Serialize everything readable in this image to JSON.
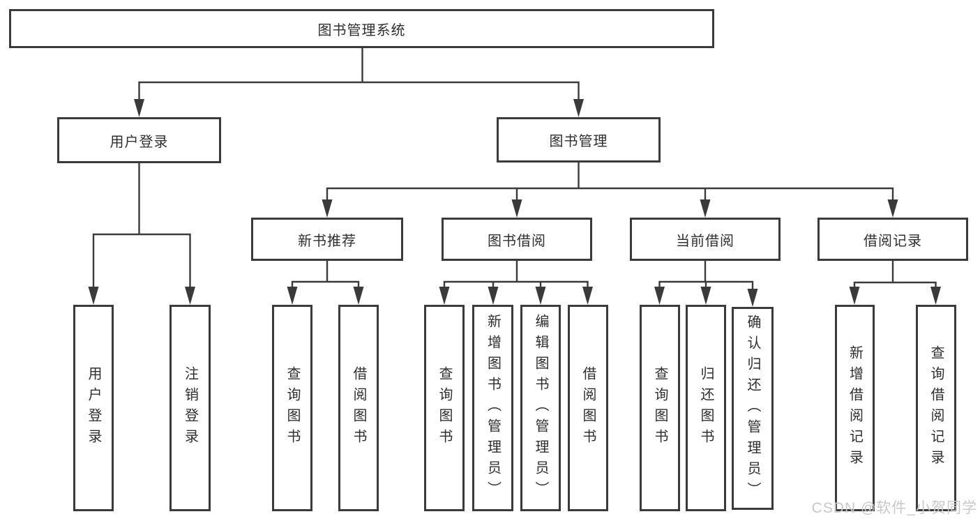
{
  "tree": {
    "root": {
      "label": "图书管理系统"
    },
    "branches": [
      {
        "label": "用户登录",
        "children": [
          {
            "label": "用户登录"
          },
          {
            "label": "注销登录"
          }
        ]
      },
      {
        "label": "图书管理",
        "children": [
          {
            "label": "新书推荐",
            "children": [
              {
                "label": "查询图书"
              },
              {
                "label": "借阅图书"
              }
            ]
          },
          {
            "label": "图书借阅",
            "children": [
              {
                "label": "查询图书"
              },
              {
                "label": "新增图书（管理员）"
              },
              {
                "label": "编辑图书（管理员）"
              },
              {
                "label": "借阅图书"
              }
            ]
          },
          {
            "label": "当前借阅",
            "children": [
              {
                "label": "查询图书"
              },
              {
                "label": "归还图书"
              },
              {
                "label": "确认归还（管理员）"
              }
            ]
          },
          {
            "label": "借阅记录",
            "children": [
              {
                "label": "新增借阅记录"
              },
              {
                "label": "查询借阅记录"
              }
            ]
          }
        ]
      }
    ]
  },
  "watermark": {
    "text": "CSDN @软件_小贺同学"
  },
  "colors": {
    "line": "#3a3a3a",
    "box_border": "#3a3a3a",
    "text": "#2e2e2e",
    "watermark": "#c8c8c8",
    "background": "#ffffff"
  }
}
